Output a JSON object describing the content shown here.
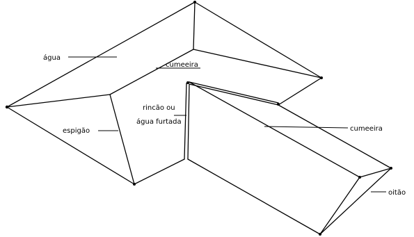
{
  "diagram": {
    "labels": {
      "agua": "água",
      "cumeeira_top": "cumeeira",
      "rincao_line1": "rincão ou",
      "rincao_line2": "água furtada",
      "espigao": "espigão",
      "cumeeira_right": "cumeeira",
      "oitao": "oitão"
    }
  }
}
